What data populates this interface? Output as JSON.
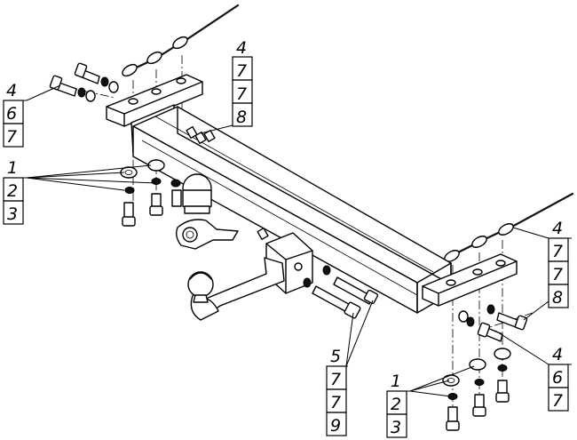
{
  "callouts": {
    "top_left": [
      "4",
      "6",
      "7"
    ],
    "top_center": [
      "4",
      "7",
      "7",
      "8"
    ],
    "left_fasteners": [
      "1",
      "2",
      "3"
    ],
    "right_upper": [
      "4",
      "7",
      "7",
      "8"
    ],
    "right_lower": [
      "4",
      "6",
      "7"
    ],
    "center_bottom": [
      "5",
      "7",
      "7",
      "9"
    ],
    "bottom_fasteners": [
      "1",
      "2",
      "3"
    ]
  }
}
